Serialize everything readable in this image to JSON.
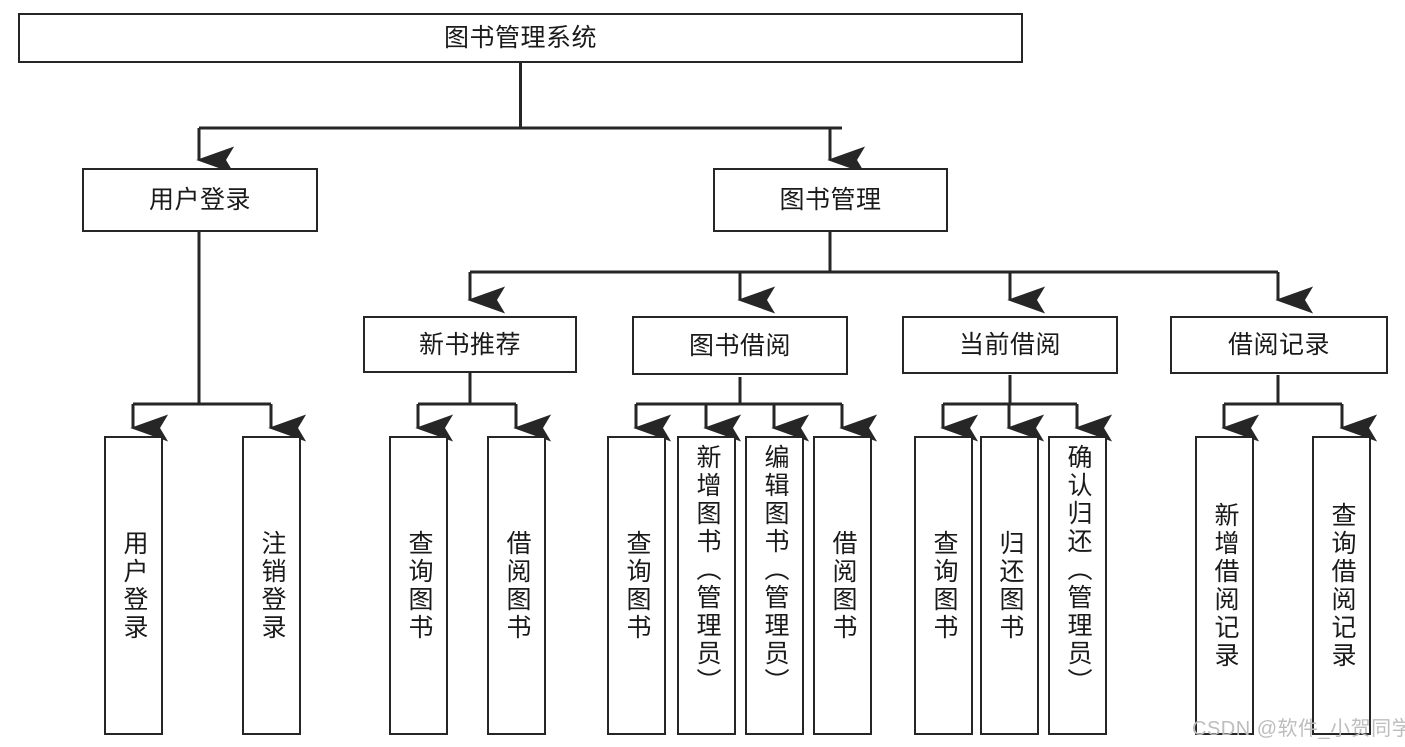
{
  "diagram": {
    "type": "tree-hierarchy-chart",
    "title": "图书管理系统",
    "colors": {
      "box_border": "#262626",
      "box_fill": "#ffffff",
      "connector": "#262626",
      "text": "#1a1a1a",
      "watermark": "#bdbdbd",
      "background": "#ffffff"
    },
    "root": {
      "label": "图书管理系统"
    },
    "level2": [
      {
        "label": "用户登录"
      },
      {
        "label": "图书管理"
      }
    ],
    "level3": [
      {
        "label": "新书推荐"
      },
      {
        "label": "图书借阅"
      },
      {
        "label": "当前借阅"
      },
      {
        "label": "借阅记录"
      }
    ],
    "leaves": {
      "user_login": [
        {
          "label": "用户登录"
        },
        {
          "label": "注销登录"
        }
      ],
      "new_book_recommend": [
        {
          "label": "查询图书"
        },
        {
          "label": "借阅图书"
        }
      ],
      "book_borrow": [
        {
          "label": "查询图书"
        },
        {
          "label": "新增图书（管理员）"
        },
        {
          "label": "编辑图书（管理员）"
        },
        {
          "label": "借阅图书"
        }
      ],
      "current_borrow": [
        {
          "label": "查询图书"
        },
        {
          "label": "归还图书"
        },
        {
          "label": "确认归还（管理员）"
        }
      ],
      "borrow_records": [
        {
          "label": "新增借阅记录"
        },
        {
          "label": "查询借阅记录"
        }
      ]
    },
    "watermark": "CSDN @软件_小贺同学"
  }
}
